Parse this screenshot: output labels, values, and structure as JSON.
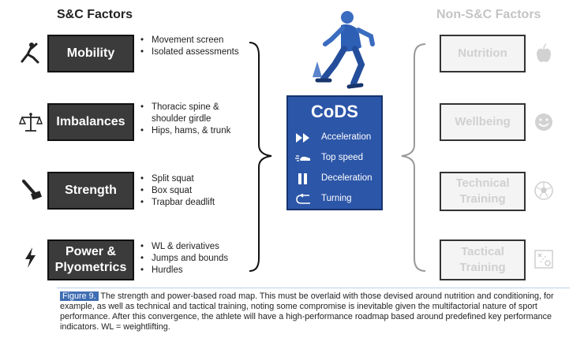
{
  "headings": {
    "sc": "S&C Factors",
    "nsc": "Non-S&C Factors"
  },
  "sc_factors": [
    {
      "label": "Mobility",
      "icon": "stretching-person-icon",
      "bullets": [
        "Movement screen",
        "Isolated assessments"
      ]
    },
    {
      "label": "Imbalances",
      "icon": "balance-scale-icon",
      "bullets": [
        "Thoracic spine & shoulder girdle",
        "Hips, hams, & trunk"
      ]
    },
    {
      "label": "Strength",
      "icon": "barbell-icon",
      "bullets": [
        "Split squat",
        "Box squat",
        "Trapbar deadlift"
      ]
    },
    {
      "label": "Power & Plyometrics",
      "icon": "lightning-icon",
      "bullets": [
        "WL & derivatives",
        "Jumps and bounds",
        "Hurdles"
      ]
    }
  ],
  "cods": {
    "title": "CoDS",
    "items": [
      {
        "label": "Acceleration",
        "icon": "fast-forward-icon"
      },
      {
        "label": "Top speed",
        "icon": "speed-icon"
      },
      {
        "label": "Deceleration",
        "icon": "pause-icon"
      },
      {
        "label": "Turning",
        "icon": "u-turn-icon"
      }
    ]
  },
  "nsc_factors": [
    {
      "label": "Nutrition",
      "icon": "apple-icon"
    },
    {
      "label": "Wellbeing",
      "icon": "smiley-icon"
    },
    {
      "label": "Technical Training",
      "icon": "soccer-ball-icon"
    },
    {
      "label": "Tactical Training",
      "icon": "tactics-board-icon"
    }
  ],
  "caption": {
    "label": "Figure 9.",
    "text": "The strength and power-based road map. This must be overlaid with those devised around nutrition and conditioning, for example, as well as technical and tactical training, noting some compromise is inevitable given the multifactorial nature of sport performance. After this convergence, the athlete will have a high-performance roadmap based around predefined key performance indicators. WL = weightlifting."
  },
  "colors": {
    "sc_box": "#3b3b3b",
    "cods_box": "#2c56a8",
    "nsc_box_text": "#d0d0d0",
    "figure_label": "#3f6db3"
  }
}
